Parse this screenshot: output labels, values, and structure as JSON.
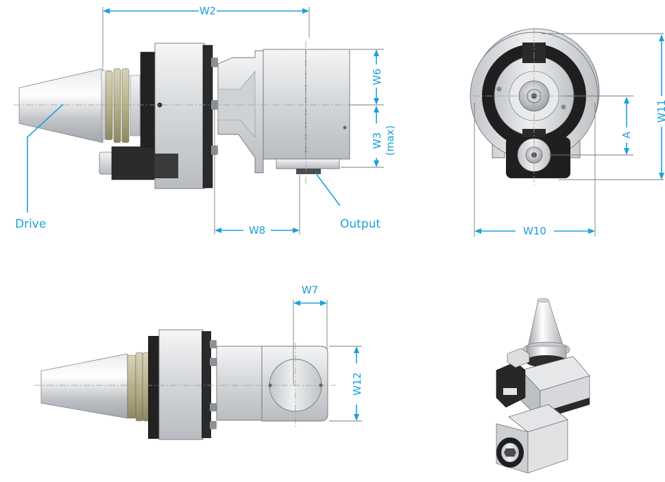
{
  "labels": {
    "drive": "Drive",
    "output": "Output",
    "w2": "W2",
    "w3": "W3",
    "w3_note": "(max)",
    "w6": "W6",
    "w7": "W7",
    "w8": "W8",
    "w10": "W10",
    "w11": "W11",
    "w12": "W12",
    "a": "A"
  },
  "colors": {
    "dimension": "#1aa0dc",
    "housing": "#d6d8da",
    "flange_dark": "#1e1e1e",
    "bolt": "#8a8c8f"
  }
}
